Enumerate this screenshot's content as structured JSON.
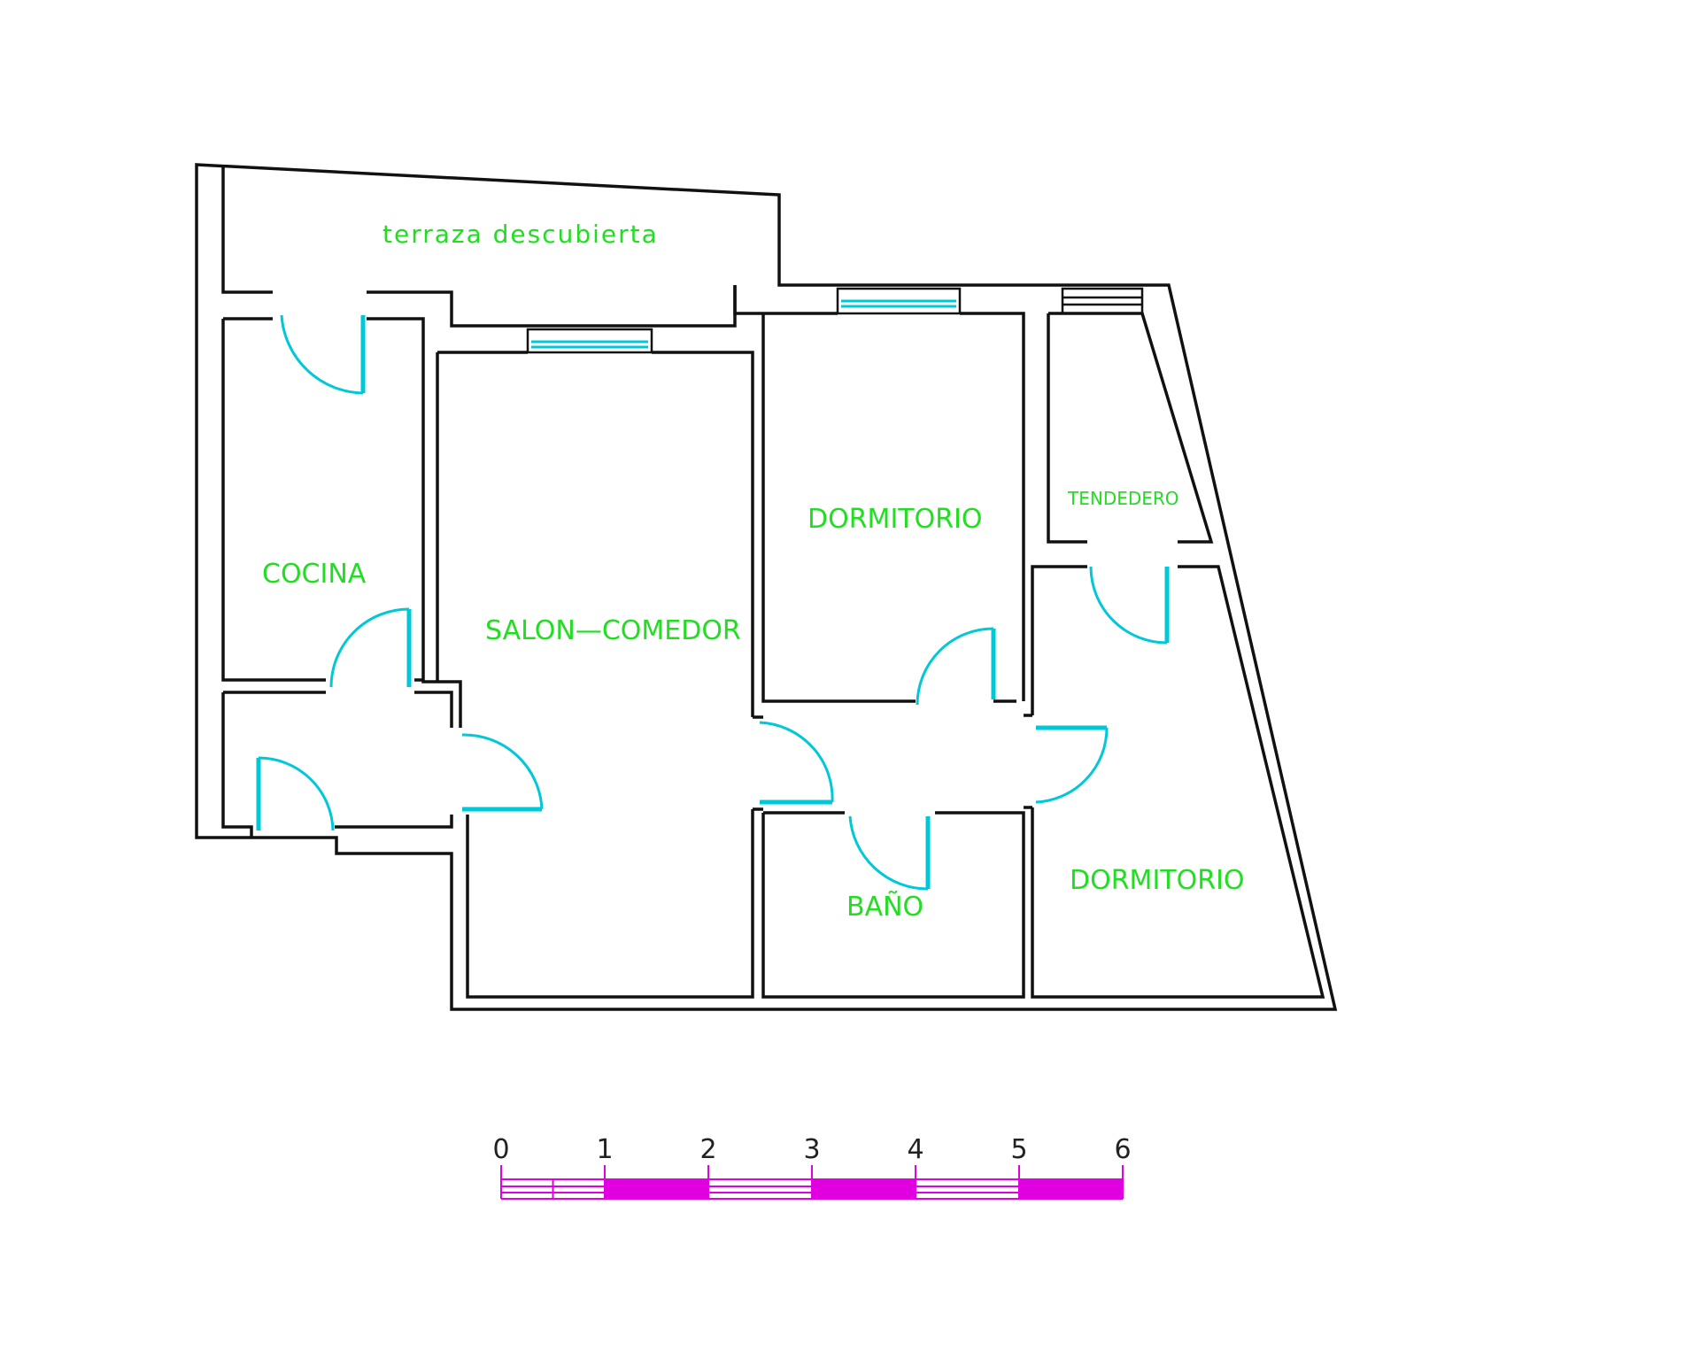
{
  "rooms": {
    "terraza": "terraza descubierta",
    "cocina": "COCINA",
    "salon": "SALON—COMEDOR",
    "dormitorio_1": "DORMITORIO",
    "tendedero": "TENDEDERO",
    "bano": "BAÑO",
    "dormitorio_2": "DORMITORIO"
  },
  "scale_bar": {
    "labels": [
      "0",
      "1",
      "2",
      "3",
      "4",
      "5",
      "6"
    ]
  },
  "colors": {
    "walls": "#111111",
    "doors_windows": "#00c8d8",
    "room_labels": "#22dd22",
    "scale_bar": "#e000e0"
  }
}
